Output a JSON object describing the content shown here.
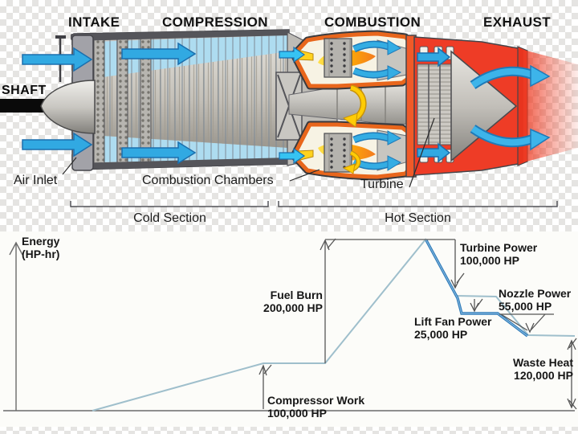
{
  "engine": {
    "sections": [
      {
        "label": "INTAKE"
      },
      {
        "label": "COMPRESSION"
      },
      {
        "label": "COMBUSTION"
      },
      {
        "label": "EXHAUST"
      }
    ],
    "shaft_label": "SHAFT",
    "part_labels": {
      "air_inlet": "Air Inlet",
      "combustion_chambers": "Combustion Chambers",
      "turbine": "Turbine"
    },
    "zone_brackets": {
      "cold": "Cold Section",
      "hot": "Hot Section"
    },
    "colors": {
      "airflow_blue": "#2fa8e1",
      "combustion_orange": "#f26f21",
      "flame_yellow": "#ffd21e",
      "exhaust_red": "#ee3c26",
      "rotation_yellow": "#ffcc05",
      "casing_gray": "#c7c5c0"
    }
  },
  "chart": {
    "axis_label": {
      "line1": "Energy",
      "line2": "(HP-hr)"
    },
    "annotations": {
      "compressor_work": {
        "line1": "Compressor Work",
        "line2": "100,000 HP"
      },
      "fuel_burn": {
        "line1": "Fuel Burn",
        "line2": "200,000 HP"
      },
      "turbine_power": {
        "line1": "Turbine Power",
        "line2": "100,000 HP"
      },
      "lift_fan_power": {
        "line1": "Lift Fan Power",
        "line2": "25,000 HP"
      },
      "nozzle_power": {
        "line1": "Nozzle Power",
        "line2": "55,000 HP"
      },
      "waste_heat": {
        "line1": "Waste Heat",
        "line2": "120,000 HP"
      }
    }
  },
  "chart_data": {
    "type": "line",
    "title": "",
    "xlabel": "",
    "ylabel": "Energy (HP-hr)",
    "grid": false,
    "legend": "none",
    "x": [
      "start",
      "after_compressor_work",
      "after_fuel_burn",
      "after_turbine_extraction",
      "after_lift_fan_extraction",
      "after_nozzle_extraction"
    ],
    "values_hp": [
      0,
      100000,
      300000,
      200000,
      175000,
      120000
    ],
    "annotations": [
      {
        "label": "Compressor Work",
        "value_hp": 100000,
        "kind": "energy_in"
      },
      {
        "label": "Fuel Burn",
        "value_hp": 200000,
        "kind": "energy_in"
      },
      {
        "label": "Turbine Power",
        "value_hp": 100000,
        "kind": "energy_extracted"
      },
      {
        "label": "Lift Fan Power",
        "value_hp": 25000,
        "kind": "energy_extracted"
      },
      {
        "label": "Nozzle Power",
        "value_hp": 55000,
        "kind": "energy_extracted"
      },
      {
        "label": "Waste Heat",
        "value_hp": 120000,
        "kind": "energy_rejected"
      }
    ]
  }
}
